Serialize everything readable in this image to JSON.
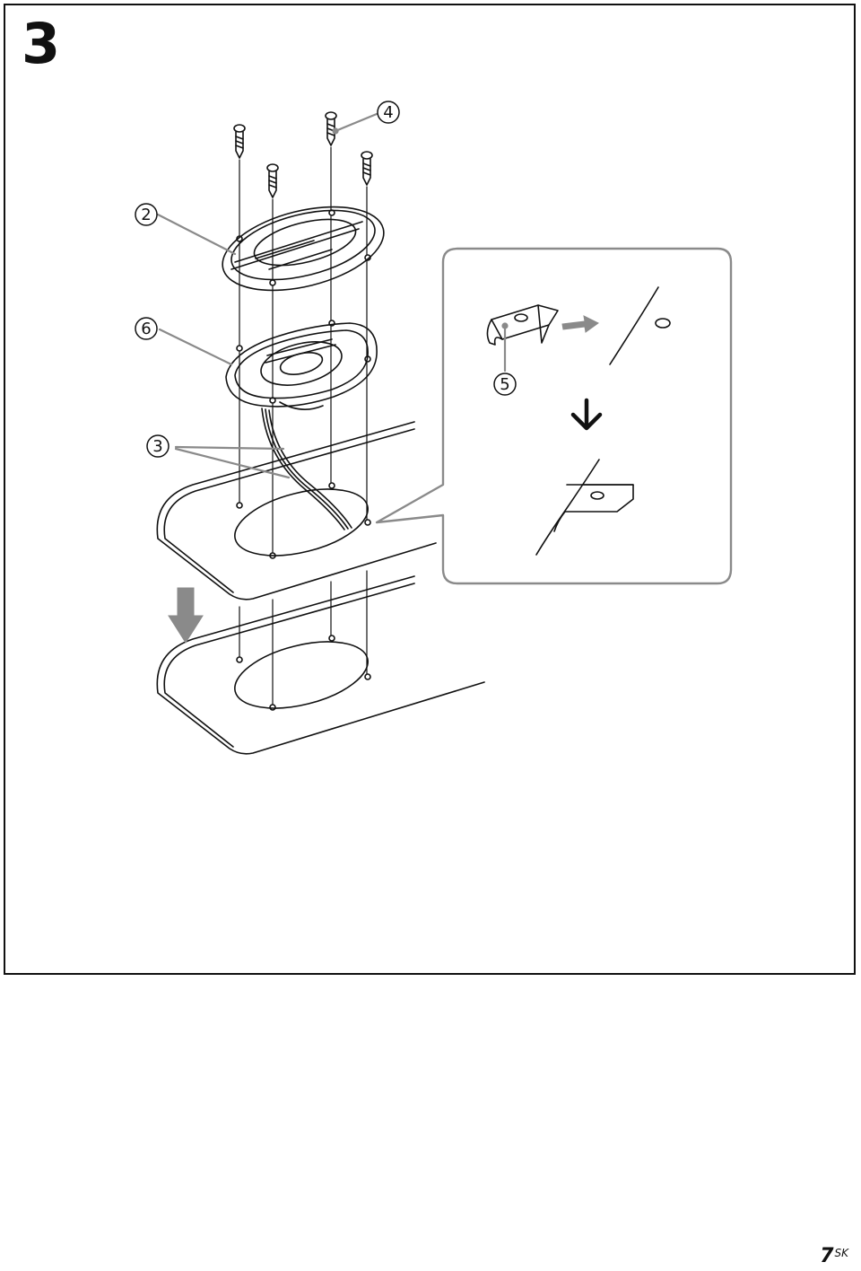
{
  "step": {
    "number": "3"
  },
  "callouts": {
    "c2": "2",
    "c3": "3",
    "c4": "4",
    "c5": "5",
    "c6": "6"
  },
  "footer": {
    "page": "7",
    "suffix": "SK"
  },
  "colors": {
    "line": "#111111",
    "leader": "#8a8a8a",
    "arrow": "#8a8a8a",
    "frame": "#111111"
  },
  "icons": {
    "arrow_down_large": "big-gray-down-arrow",
    "arrow_right": "gray-right-arrow",
    "arrow_down_small": "black-down-arrow"
  }
}
